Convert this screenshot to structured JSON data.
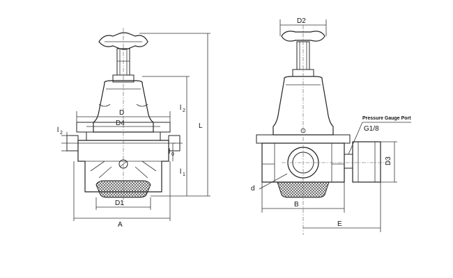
{
  "diagram": {
    "views": [
      "front-view",
      "side-view"
    ],
    "front_labels": {
      "D": "D",
      "D4": "D4",
      "D1": "D1",
      "A": "A",
      "L": "L",
      "l1": "l",
      "l1_sub": "1",
      "l2": "l",
      "l2_sub": "2",
      "l3": "l",
      "l3_sub": "2",
      "l0": "l",
      "l0_sub": "0"
    },
    "side_labels": {
      "D2": "D2",
      "port_title": "Pressure Gauge Port",
      "port_thread": "G1/8",
      "D3": "D3",
      "d": "d",
      "B": "B",
      "E": "E"
    },
    "colors": {
      "line": "#222222",
      "hatch": "#444444",
      "background": "#ffffff"
    }
  }
}
